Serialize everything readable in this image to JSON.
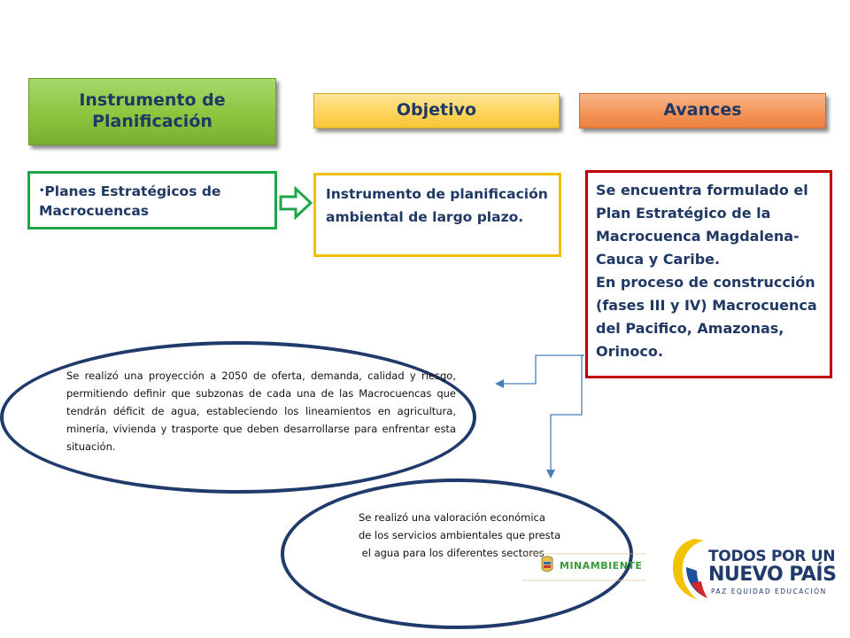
{
  "headers": {
    "instrumento": "Instrumento de Planificación",
    "objetivo": "Objetivo",
    "avances": "Avances"
  },
  "boxes": {
    "planes": "Planes Estratégicos de Macrocuencas",
    "objetivo": "Instrumento de planificación ambiental de largo plazo.",
    "avances_p1": "Se encuentra formulado el Plan Estratégico de la Macrocuenca Magdalena-Cauca y Caribe.",
    "avances_p2": "En proceso de construcción (fases III y IV) Macrocuenca del Pacifico, Amazonas, Orinoco."
  },
  "ellipses": {
    "proyeccion": "Se realizó una proyección a 2050 de oferta, demanda, calidad y riesgo, permitiendo definir que subzonas de cada una de las Macrocuencas que tendrán déficit de agua, estableciendo los lineamientos en agricultura, minería, vivienda y trasporte que deben desarrollarse para enfrentar esta situación.",
    "valoracion_lines": [
      "Se realizó una valoración económica",
      "de los servicios ambientales que presta",
      " el agua para los diferentes sectores"
    ]
  },
  "logos": {
    "minambiente": "MINAMBIENTE",
    "todos_line1": "TODOS POR UN",
    "todos_line2": "NUEVO PAÍS",
    "todos_line3": "PAZ  EQUIDAD  EDUCACIÓN"
  },
  "colors": {
    "header_green": "#8bc63e",
    "header_yellow": "#ffd65c",
    "header_orange": "#f4955a",
    "border_green": "#1ea64b",
    "border_yellow": "#f0c000",
    "border_red": "#c00000",
    "text_navy": "#1f3864",
    "connector_blue": "#4a7ebb",
    "ellipse_navy": "#1f3a6b"
  }
}
